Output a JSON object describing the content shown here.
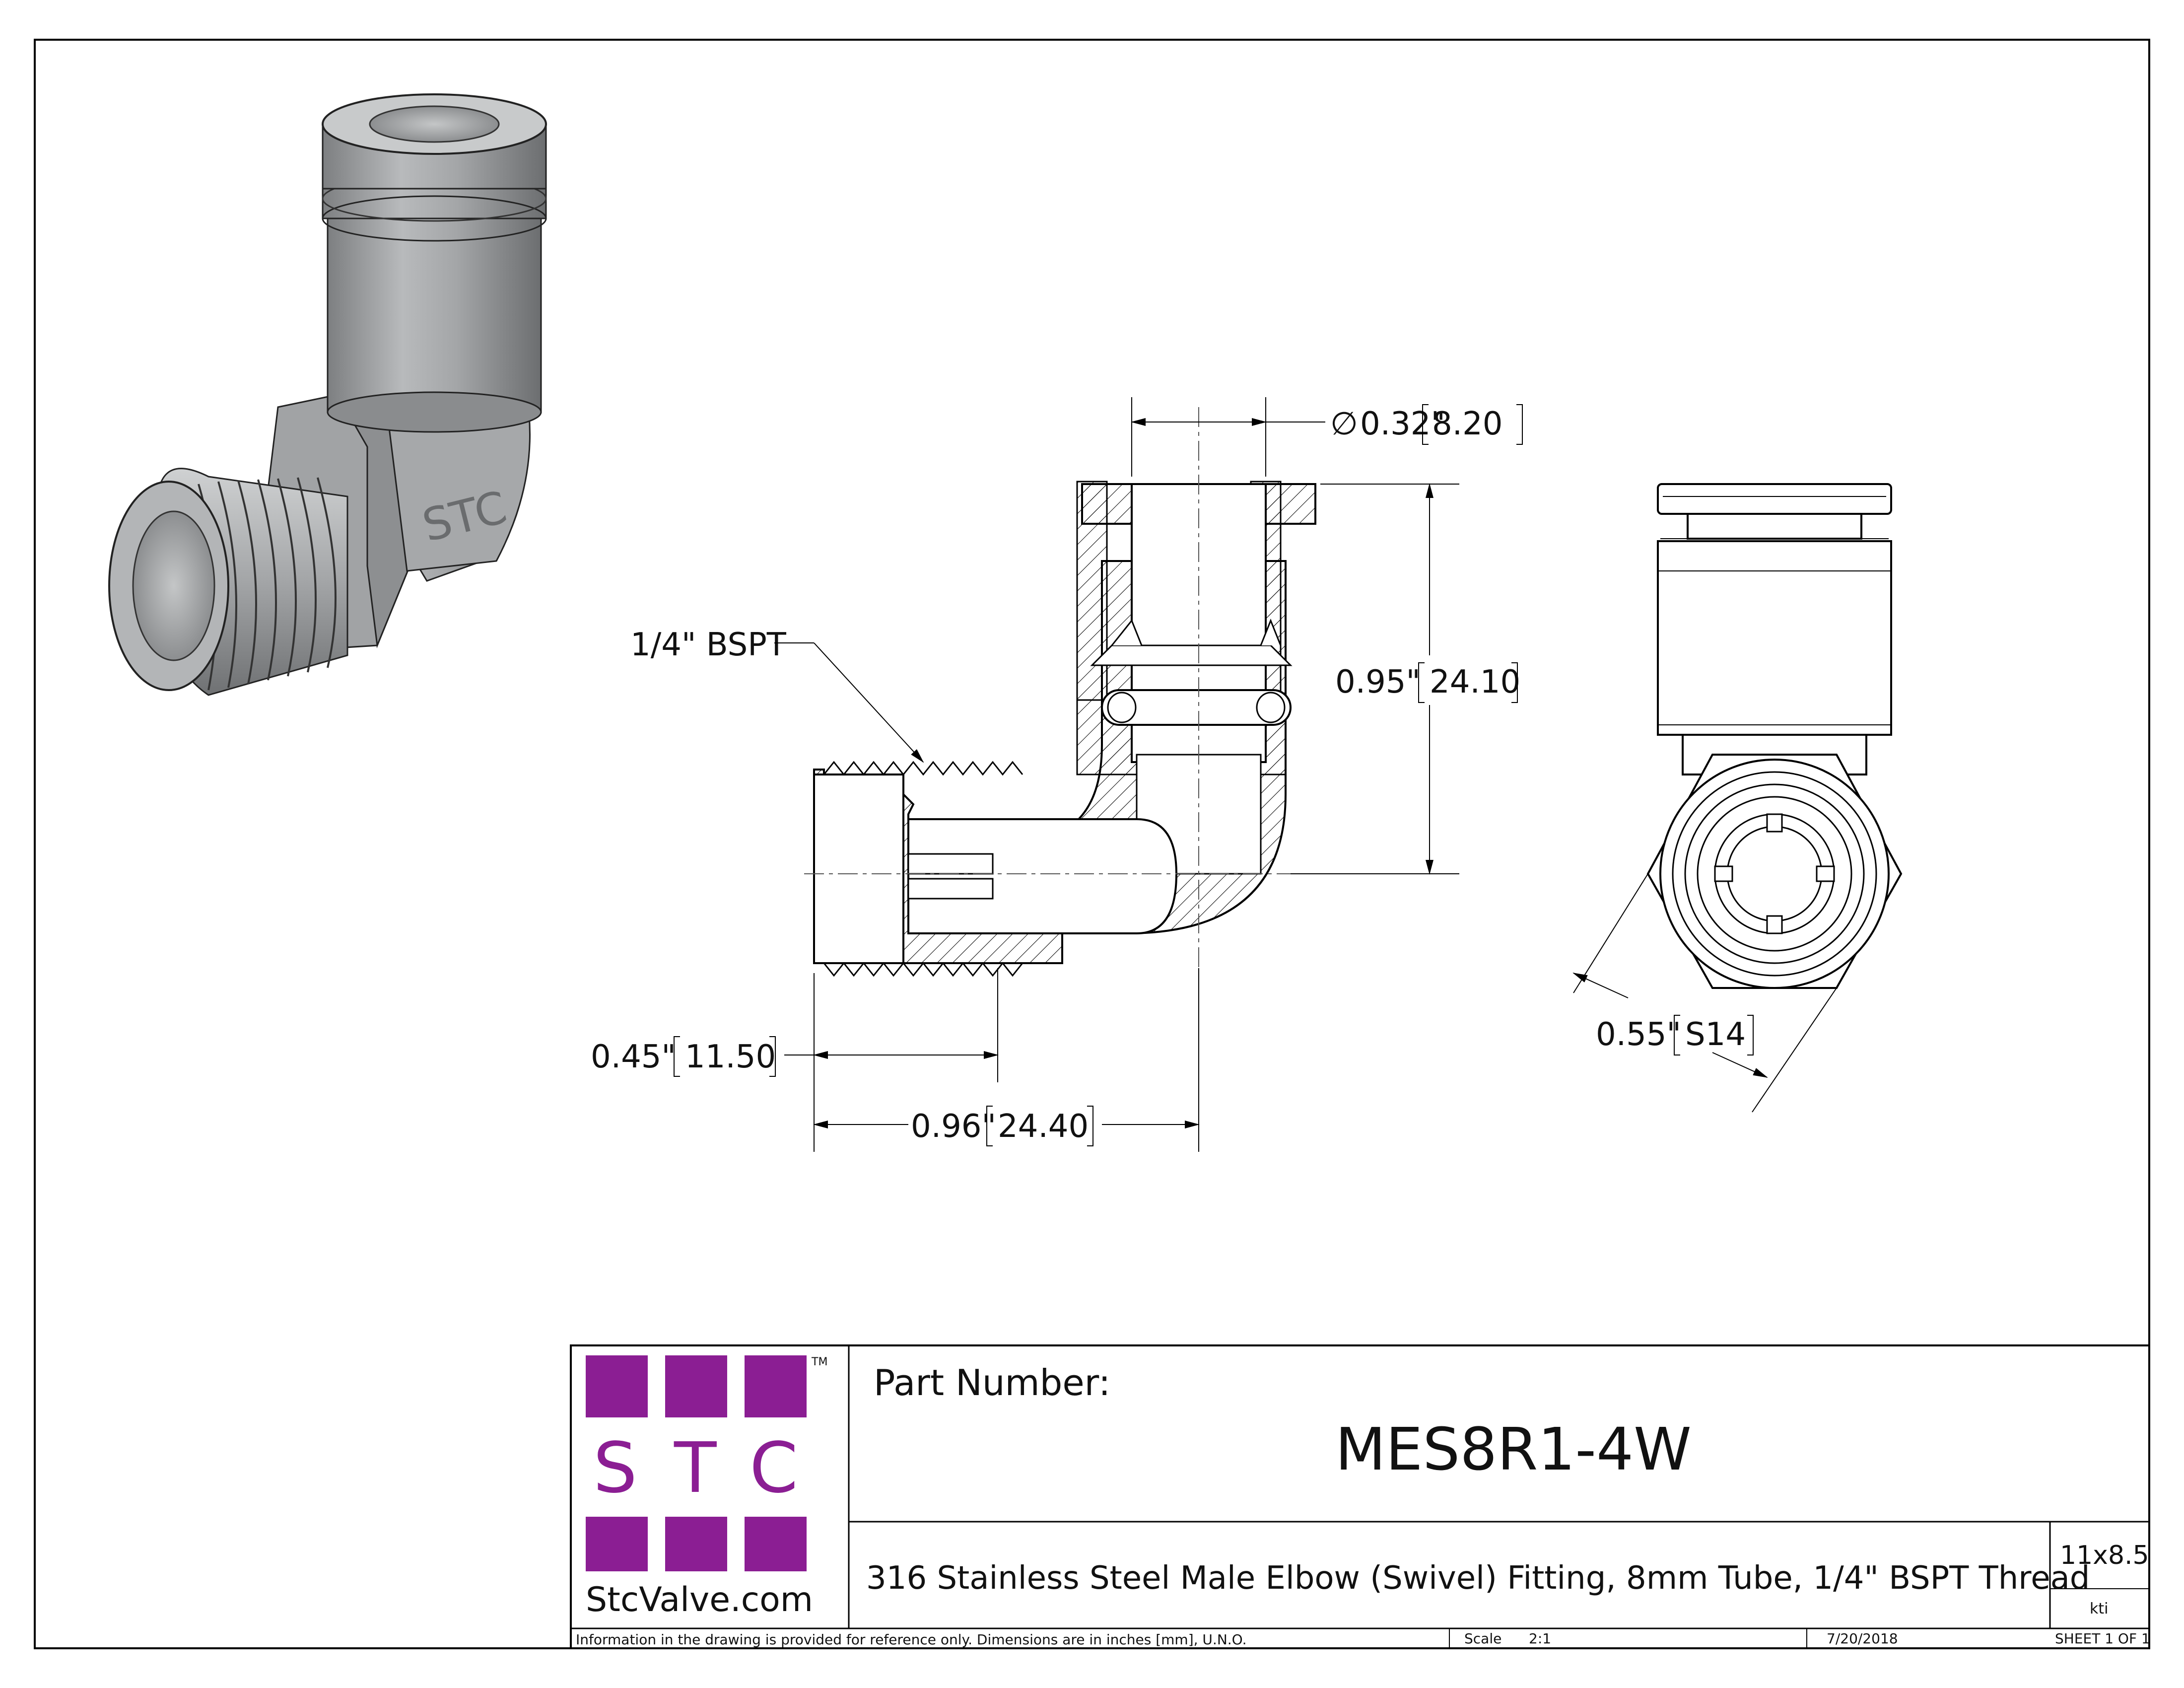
{
  "drawing": {
    "callout_thread": "1/4\" BSPT",
    "dims": {
      "tube_od": "0.32\"",
      "tube_od_mm": "8.20",
      "height": "0.95\"",
      "height_mm": "24.10",
      "thread_length": "0.45\"",
      "thread_length_mm": "11.50",
      "overall_length": "0.96\"",
      "overall_length_mm": "24.40",
      "hex": "0.55\"",
      "hex_mm": "S14"
    },
    "body_mark": "STC"
  },
  "title_block": {
    "logo_letters": [
      "S",
      "T",
      "C"
    ],
    "logo_tm": "TM",
    "website": "StcValve.com",
    "part_number_label": "Part Number:",
    "part_number": "MES8R1-4W",
    "description": "316 Stainless Steel Male Elbow (Swivel) Fitting, 8mm Tube, 1/4\" BSPT Thread",
    "paper_size": "11x8.5",
    "drawn_by": "kti",
    "disclaimer": "Information in the drawing is provided for reference only. Dimensions are in inches [mm], U.N.O.",
    "scale_label": "Scale",
    "scale": "2:1",
    "date": "7/20/2018",
    "sheet": "SHEET 1 OF 1"
  },
  "colors": {
    "logo_purple": "#8b1e93",
    "part_gray": "#a9abad",
    "part_dark": "#6f7173",
    "part_light": "#d3d5d6"
  }
}
